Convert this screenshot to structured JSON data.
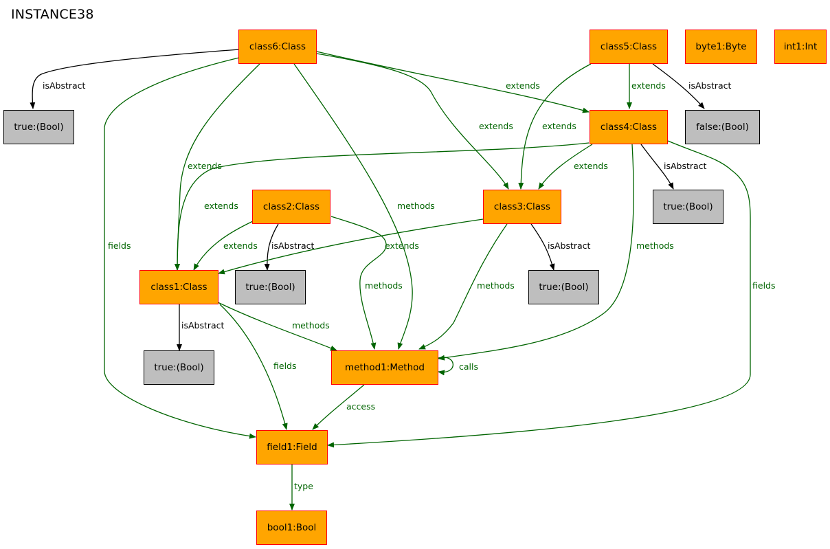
{
  "title": "INSTANCE38",
  "colors": {
    "object_fill": "#ffa500",
    "object_border": "#ff0000",
    "value_fill": "#bebebe",
    "value_border": "#000000",
    "reference_edge": "#006400",
    "attribute_edge": "#000000"
  },
  "nodes": {
    "class6": "class6:Class",
    "class5": "class5:Class",
    "byte1": "byte1:Byte",
    "int1": "int1:Int",
    "class4": "class4:Class",
    "class3": "class3:Class",
    "class2": "class2:Class",
    "class1": "class1:Class",
    "method1": "method1:Method",
    "field1": "field1:Field",
    "bool1": "bool1:Bool",
    "true_c6": "true:(Bool)",
    "false_c5": "false:(Bool)",
    "true_c4": "true:(Bool)",
    "true_c2": "true:(Bool)",
    "true_c3": "true:(Bool)",
    "true_c1": "true:(Bool)"
  },
  "edges": {
    "c6_isabstract": "isAbstract",
    "c6_fields": "fields",
    "c6_extends_c1": "extends",
    "c6_methods": "methods",
    "c6_extends_c3": "extends",
    "c6_extends_c4": "extends",
    "c5_extends_c3": "extends",
    "c5_extends_c4": "extends",
    "c5_isabstract": "isAbstract",
    "c4_extends_c1": "extends",
    "c4_extends_c3": "extends",
    "c4_isabstract": "isAbstract",
    "c4_methods": "methods",
    "c4_fields": "fields",
    "c2_extends_c1": "extends",
    "c2_isabstract": "isAbstract",
    "c2_methods": "methods",
    "c3_extends_c1": "extends",
    "c3_isabstract": "isAbstract",
    "c3_methods": "methods",
    "c1_isabstract": "isAbstract",
    "c1_methods": "methods",
    "c1_fields": "fields",
    "m1_calls": "calls",
    "m1_access": "access",
    "f1_type": "type"
  }
}
